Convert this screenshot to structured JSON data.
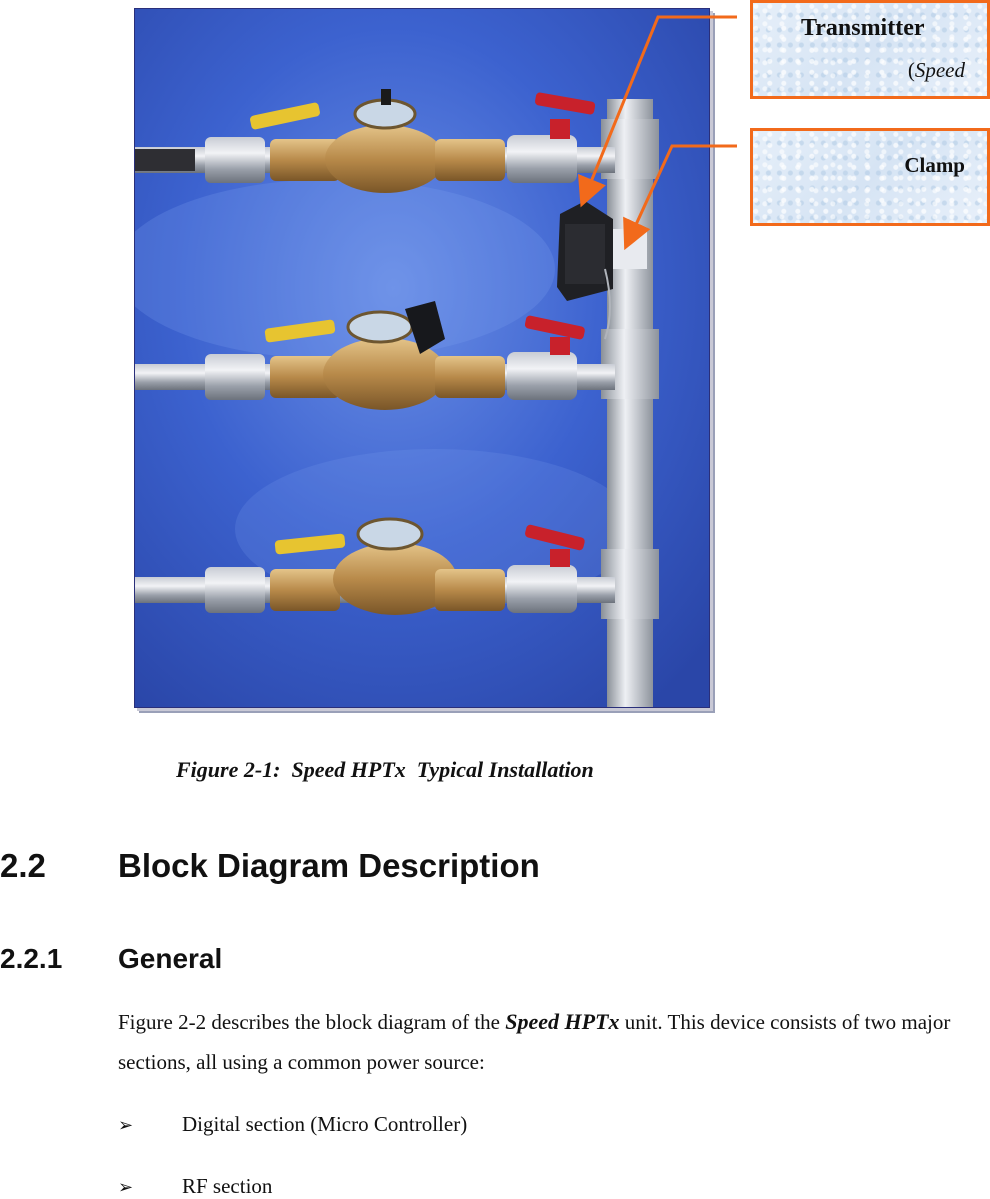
{
  "callouts": {
    "transmitter_title": "Transmitter",
    "transmitter_sub": "Speed",
    "clamp": "Clamp"
  },
  "figure_caption": "Figure 2-1:  Speed HPTx  Typical Installation",
  "section": {
    "number": "2.2",
    "title": "Block Diagram Description"
  },
  "subsection": {
    "number": "2.2.1",
    "title": "General"
  },
  "paragraph": {
    "before": "Figure 2-2 describes the block diagram of the ",
    "product": "Speed HPTx",
    "after": "  unit.  This device consists of two major sections, all using a common power source:"
  },
  "bullets": [
    {
      "marker": "➢",
      "text": "Digital section (Micro Controller)"
    },
    {
      "marker": "➢",
      "text": "RF section"
    }
  ],
  "colors": {
    "callout_border": "#f26a1b",
    "photo_background": "#3a5fc8"
  }
}
